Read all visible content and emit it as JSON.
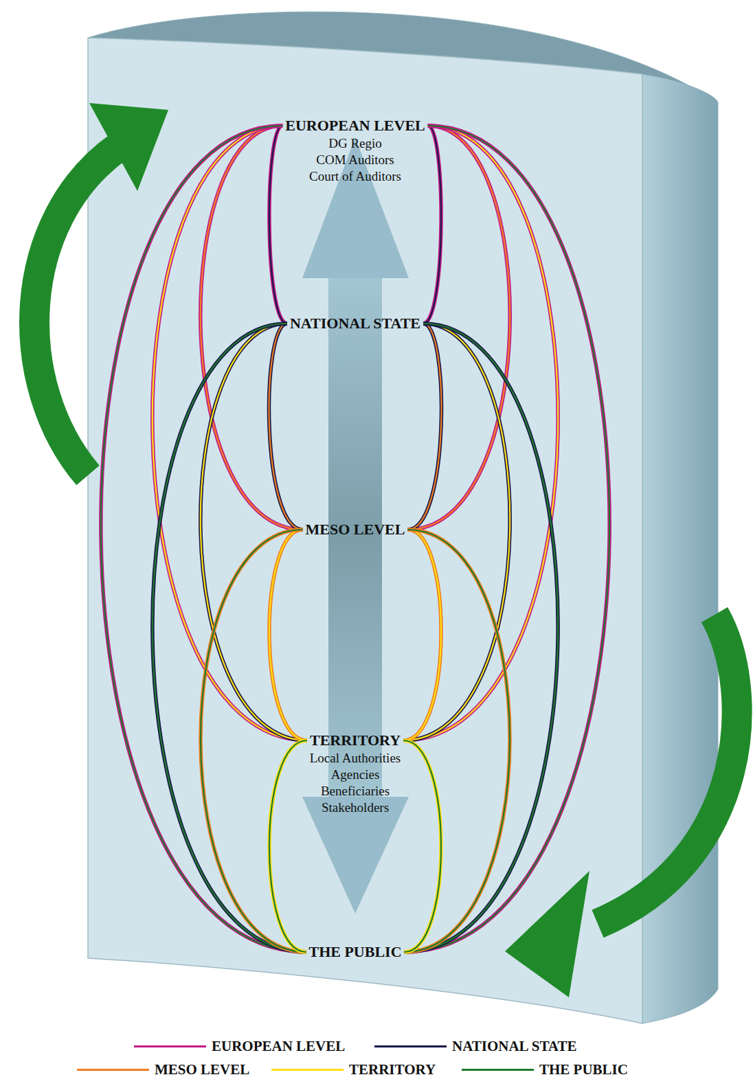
{
  "diagram": {
    "nodes": [
      {
        "text": [
          "EUROPEAN LEVEL",
          "DG Regio",
          "COM Auditors",
          "Court of Auditors"
        ]
      },
      {
        "text": [
          "NATIONAL STATE"
        ]
      },
      {
        "text": [
          "MESO LEVEL"
        ]
      },
      {
        "text": [
          "TERRITORY",
          "Local Authorities",
          "Agencies",
          "Beneficiaries",
          "Stakeholders"
        ]
      },
      {
        "text": [
          "THE PUBLIC"
        ]
      }
    ],
    "edges": [
      {
        "from": 0,
        "to": 1,
        "arrow": "none"
      },
      {
        "from": 0,
        "to": 1,
        "arrow": "none"
      },
      {
        "from": 0,
        "to": 2,
        "arrow": "none"
      },
      {
        "from": 0,
        "to": 2,
        "arrow": "none"
      },
      {
        "from": 0,
        "to": 3,
        "arrow": "none"
      },
      {
        "from": 0,
        "to": 3,
        "arrow": "none"
      },
      {
        "from": 0,
        "to": 4,
        "arrow": "none"
      },
      {
        "from": 0,
        "to": 4,
        "arrow": "none"
      },
      {
        "from": 1,
        "to": 2,
        "arrow": "none"
      },
      {
        "from": 1,
        "to": 2,
        "arrow": "none"
      },
      {
        "from": 1,
        "to": 3,
        "arrow": "none"
      },
      {
        "from": 1,
        "to": 3,
        "arrow": "none"
      },
      {
        "from": 1,
        "to": 4,
        "arrow": "none"
      },
      {
        "from": 1,
        "to": 4,
        "arrow": "none"
      },
      {
        "from": 2,
        "to": 3,
        "arrow": "none"
      },
      {
        "from": 2,
        "to": 3,
        "arrow": "none"
      },
      {
        "from": 2,
        "to": 4,
        "arrow": "none"
      },
      {
        "from": 2,
        "to": 4,
        "arrow": "none"
      },
      {
        "from": 3,
        "to": 4,
        "arrow": "none"
      },
      {
        "from": 3,
        "to": 4,
        "arrow": "none"
      }
    ],
    "legend": [
      {
        "text": "EUROPEAN LEVEL",
        "color": "#c21b87"
      },
      {
        "text": "NATIONAL STATE",
        "color": "#1b1a4a"
      },
      {
        "text": "MESO LEVEL",
        "color": "#f07f22"
      },
      {
        "text": "TERRITORY",
        "color": "#ffe014"
      },
      {
        "text": "THE PUBLIC",
        "color": "#1e7a2c"
      }
    ]
  }
}
